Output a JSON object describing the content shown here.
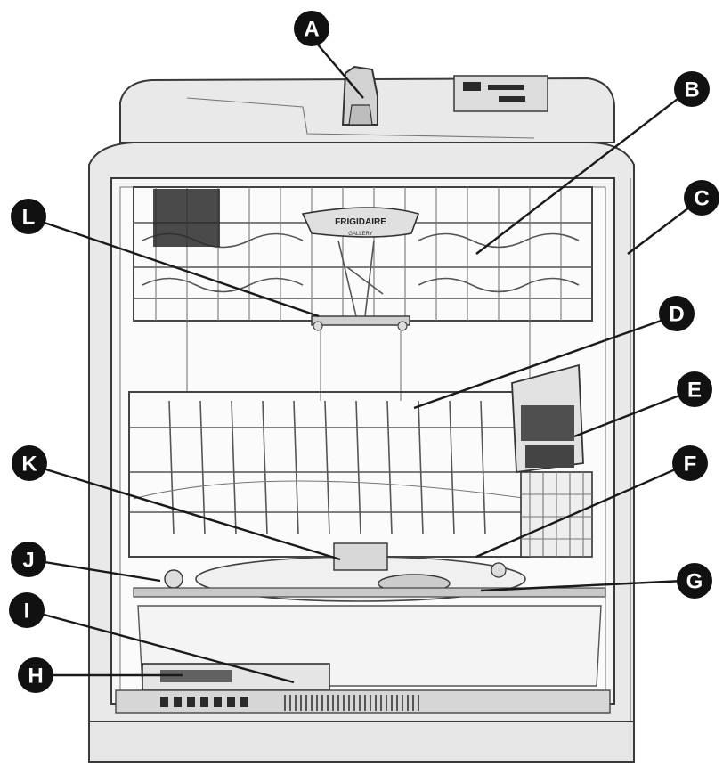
{
  "diagram": {
    "brand_text": "FRIGIDAIRE",
    "brand_subtext": "GALLERY",
    "callouts": [
      {
        "id": "A",
        "label": "A"
      },
      {
        "id": "B",
        "label": "B"
      },
      {
        "id": "C",
        "label": "C"
      },
      {
        "id": "D",
        "label": "D"
      },
      {
        "id": "E",
        "label": "E"
      },
      {
        "id": "F",
        "label": "F"
      },
      {
        "id": "G",
        "label": "G"
      },
      {
        "id": "H",
        "label": "H"
      },
      {
        "id": "I",
        "label": "I"
      },
      {
        "id": "J",
        "label": "J"
      },
      {
        "id": "K",
        "label": "K"
      },
      {
        "id": "L",
        "label": "L"
      }
    ]
  }
}
